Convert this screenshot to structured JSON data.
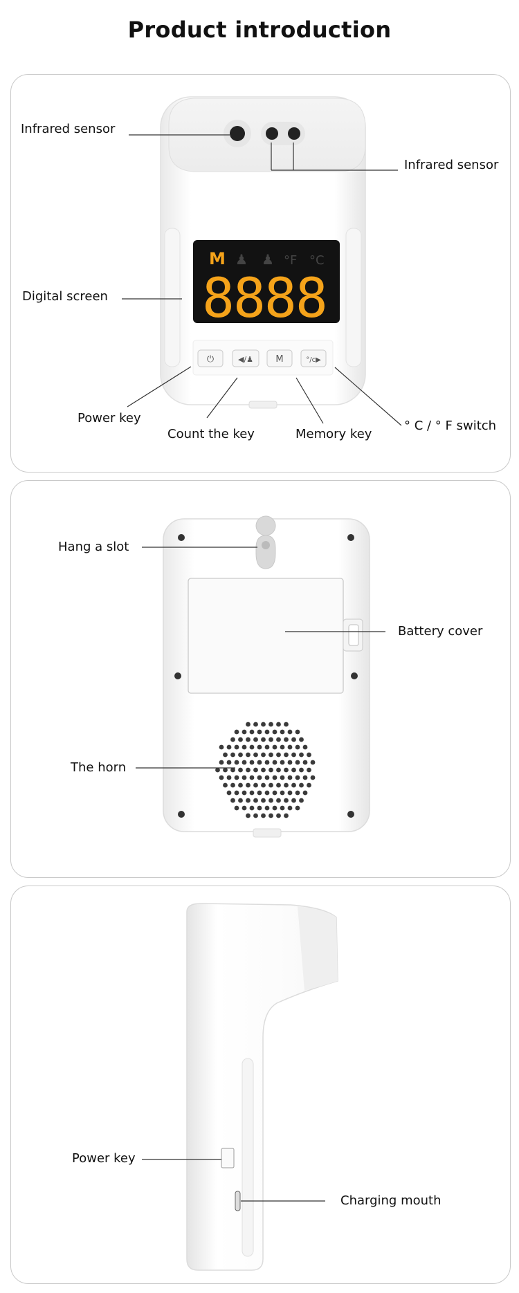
{
  "page": {
    "title": "Product introduction"
  },
  "front_view": {
    "labels": {
      "infrared_sensor_left": "Infrared sensor",
      "infrared_sensor_right": "Infrared sensor",
      "digital_screen": "Digital screen",
      "power_key": "Power key",
      "count_key": "Count the key",
      "memory_key": "Memory key",
      "unit_switch": "° C / ° F switch"
    },
    "screen": {
      "indicators": [
        "M",
        "°F",
        "°C"
      ],
      "digits": "8888",
      "display_color": "#f5a31a"
    },
    "buttons": {
      "memory_glyph": "M"
    }
  },
  "back_view": {
    "labels": {
      "hang_slot": "Hang a slot",
      "battery_cover": "Battery cover",
      "horn": "The horn"
    }
  },
  "side_view": {
    "labels": {
      "power_key": "Power key",
      "charging_mouth": "Charging mouth"
    }
  }
}
